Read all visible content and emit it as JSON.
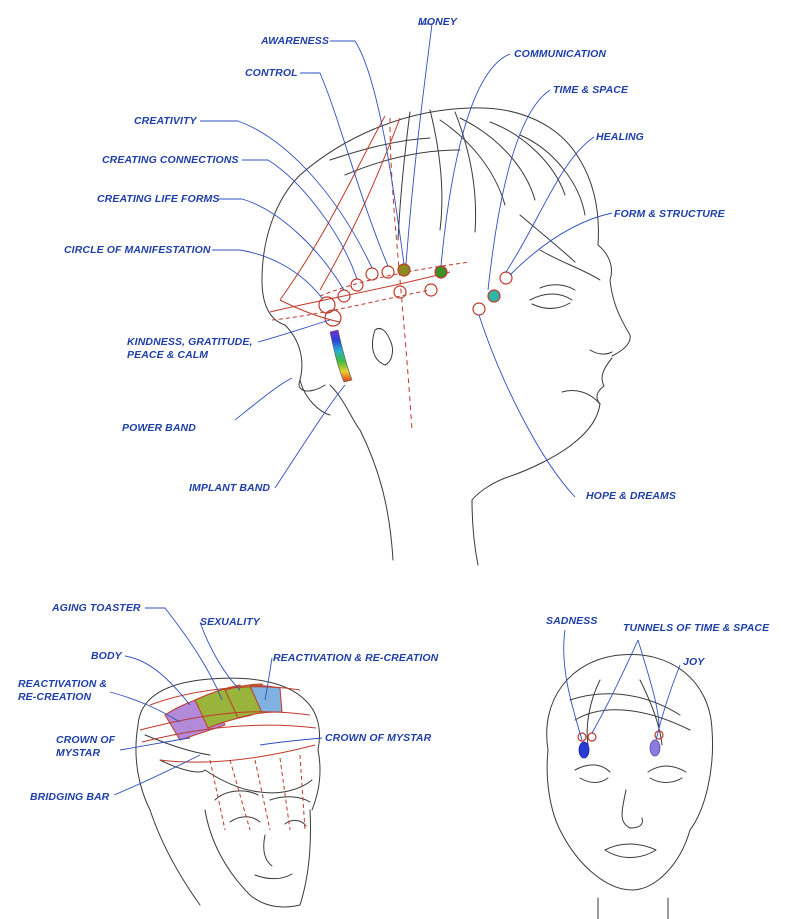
{
  "colors": {
    "label": "#1f3fa8",
    "leader": "#2f4fbf",
    "energy_line": "#c0392b",
    "outline": "#3a3a3a",
    "money_point": "#8a8a1e",
    "communication_point": "#3e8e2a",
    "form_point": "#2fb5a7",
    "sadness_point": "#2a3ad6",
    "joy_point": "#8a7be0",
    "band_green": "#9ab33a",
    "band_purple": "#b28ad9",
    "band_blue": "#7fb2e0"
  },
  "labels": {
    "money": "MONEY",
    "awareness": "AWARENESS",
    "communication": "COMMUNICATION",
    "control": "CONTROL",
    "time_space": "TIME & SPACE",
    "creativity": "CREATIVITY",
    "healing": "HEALING",
    "creating_connections": "CREATING CONNECTIONS",
    "creating_life_forms": "CREATING LIFE FORMS",
    "form_structure": "FORM & STRUCTURE",
    "circle_of_manifestation": "CIRCLE OF MANIFESTATION",
    "kindness": "KINDNESS, GRATITUDE, PEACE & CALM",
    "power_band": "POWER BAND",
    "implant_band": "IMPLANT BAND",
    "hope_dreams": "HOPE & DREAMS",
    "aging_toaster": "AGING TOASTER",
    "sexuality": "SEXUALITY",
    "body": "BODY",
    "reactivation_right": "REACTIVATION & RE-CREATION",
    "reactivation_left": "REACTIVATION & RE-CREATION",
    "crown_left": "CROWN OF MYSTAR",
    "crown_right": "CROWN OF MYSTAR",
    "bridging_bar": "BRIDGING BAR",
    "sadness": "SADNESS",
    "tunnels": "TUNNELS OF TIME & SPACE",
    "joy": "JOY"
  }
}
